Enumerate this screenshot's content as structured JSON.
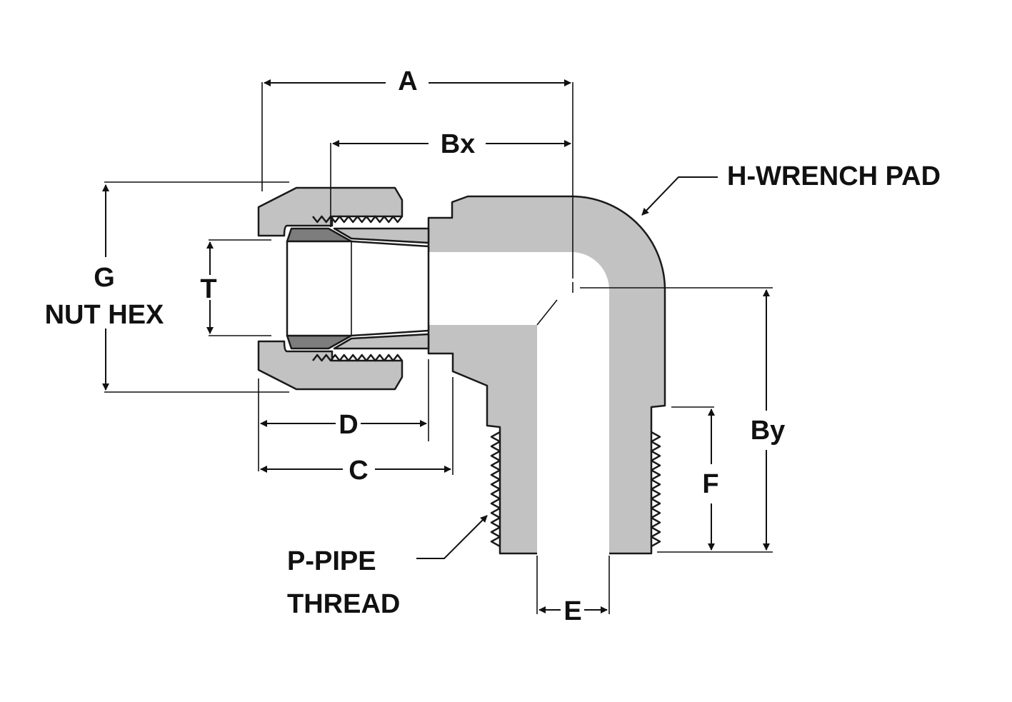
{
  "colors": {
    "part_fill": "#c2c2c2",
    "bore_fill": "#ffffff",
    "ferrule_fill": "#7d7d7d",
    "outline": "#1a1a1a",
    "background": "#ffffff"
  },
  "labels": {
    "A": "A",
    "Bx": "Bx",
    "H_line1": "H-WRENCH PAD",
    "G_line1": "G",
    "G_line2": "NUT HEX",
    "T": "T",
    "D": "D",
    "C": "C",
    "By": "By",
    "F": "F",
    "P_line1": "P-PIPE",
    "P_line2": "THREAD",
    "E": "E"
  }
}
